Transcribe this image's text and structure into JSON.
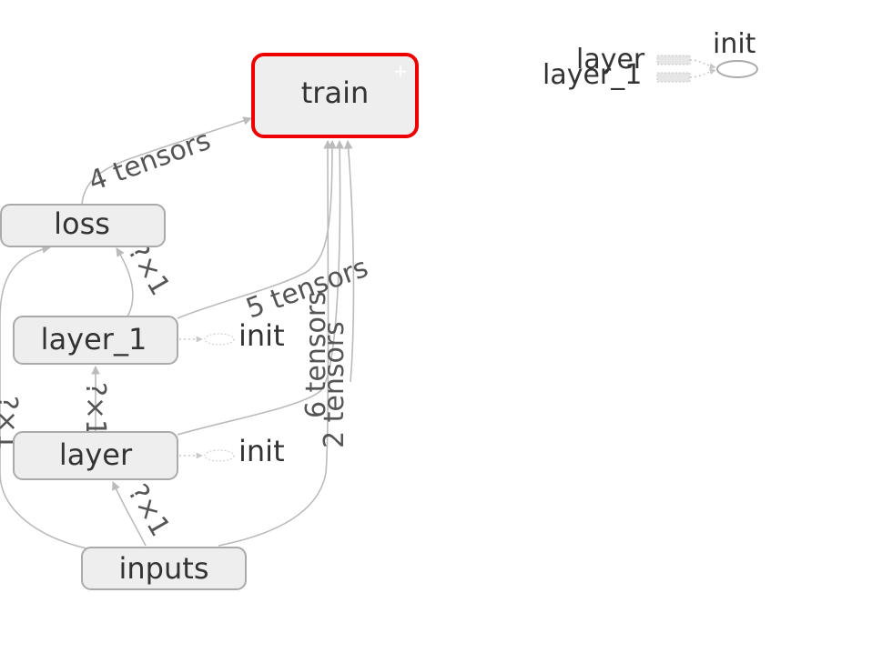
{
  "nodes": {
    "train": "train",
    "loss": "loss",
    "layer_1": "layer_1",
    "layer": "layer",
    "inputs": "inputs",
    "layer_1_init": "init",
    "layer_init": "init"
  },
  "edges": {
    "loss_to_train": "4 tensors",
    "layer_1_to_train": "5 tensors",
    "layer_to_train": "6 tensors",
    "inputs_to_train": "2 tensors",
    "layer_1_to_loss": "?×1",
    "layer_to_layer_1": "?×1",
    "inputs_to_layer": "?×1",
    "inputs_to_loss": "?×1"
  },
  "aux_legend": {
    "layer_label": "layer",
    "layer_1_label": "layer_1",
    "init_label": "init"
  },
  "colors": {
    "node_fill": "#eeeeee",
    "node_stroke": "#aaaaaa",
    "selected_stroke": "#ee0000",
    "edge": "#bbbbbb",
    "label": "#333333",
    "edge_label": "#555555"
  }
}
